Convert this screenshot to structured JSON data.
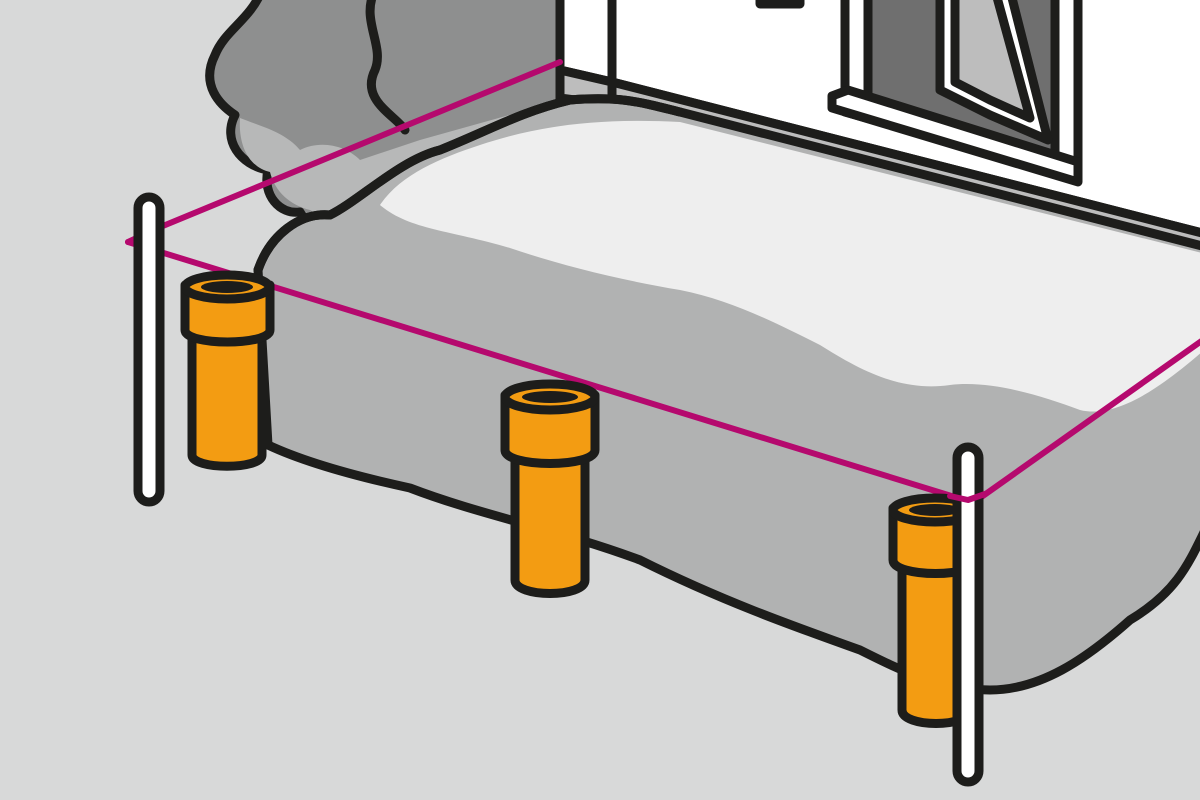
{
  "colors": {
    "background": "#d8d9d9",
    "ground": "#d8d9d9",
    "outline": "#1d1d1b",
    "wall": "#ffffff",
    "wall_base": "#bdbdbd",
    "bed_side": "#b1b2b2",
    "bed_top": "#eeeeee",
    "bush_dark": "#8e8f8f",
    "bush_light": "#b7b8b8",
    "string_line": "#b5096e",
    "pipe": "#f39c12",
    "stake": "#ffffff",
    "window_glass": "#6f6f6f",
    "window_frame": "#ffffff"
  },
  "diagram": {
    "elements": [
      "house-wall",
      "window",
      "bush",
      "soil-bed",
      "string-line",
      "foundation-pipe",
      "stake"
    ],
    "pipe_count": 3,
    "stake_count": 2,
    "string_line_sides": 2
  }
}
